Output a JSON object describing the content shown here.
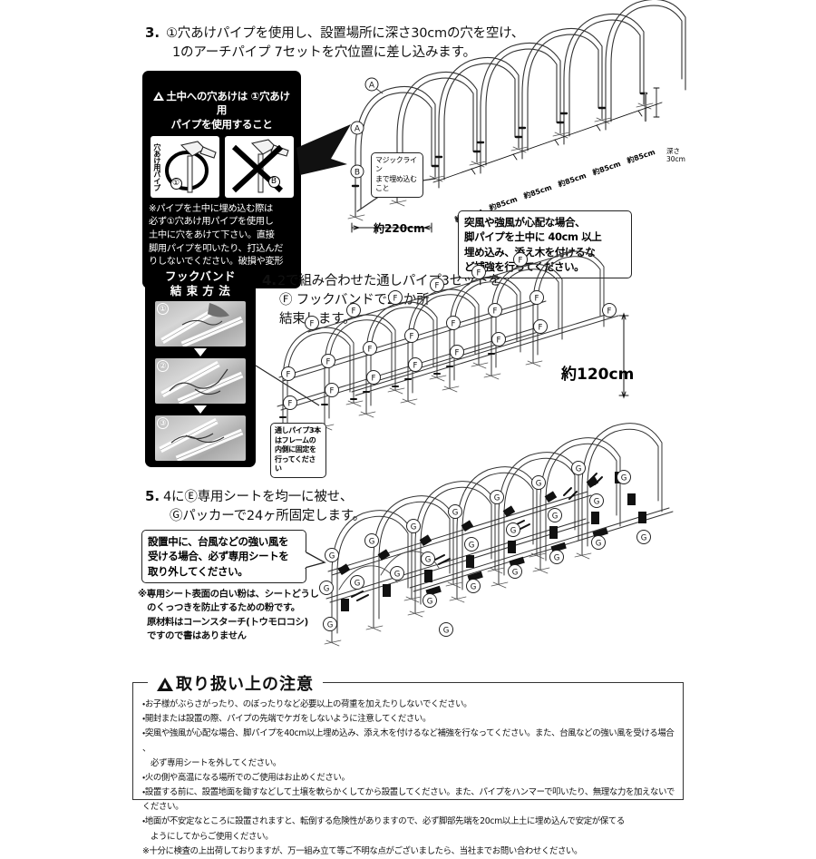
{
  "document": {
    "language": "ja",
    "kind": "assembly-instructions",
    "page_background": "#ffffff"
  },
  "step3": {
    "number": "3.",
    "text_line1": "①穴あけパイプを使用し、設置場所に深さ30cmの穴を空け、",
    "text_line2": "1のアーチパイプ 7セットを穴位置に差し込みます。",
    "warning_panel": {
      "title": "土中への穴あけは ①穴あけ用\nパイプを使用すること",
      "left_photo_vertical_label": "穴あけ用パイプ",
      "left_photo_badge": "①",
      "right_photo_badge": "B",
      "note": "※パイプを土中に埋め込む際は\n必ず①穴あけ用パイプを使用し\n土中に穴をあけて下さい。直接\n脚用パイプを叩いたり、打込んだ\nりしないでください。破損や変形\nの原因になります。"
    },
    "diagram": {
      "arch_label_top": "A",
      "arch_label_mid": "A",
      "leg_label": "B",
      "magic_line_callout": "マジックライン\nまで埋め込む\nこと",
      "width_dimension": "約220cm",
      "spacing_labels": [
        "約85cm",
        "約85cm",
        "約85cm",
        "約85cm",
        "約85cm",
        "約85cm"
      ],
      "depth_label": "深さ\n30cm",
      "wind_callout": "突風や強風が心配な場合、\n脚パイプを土中に 40cm 以上\n埋め込み、添え木を付けるな\nど補強を行ってください。"
    }
  },
  "step4": {
    "number": "4.",
    "text_line1": "2で組み合わせた通しパイプ3セットを",
    "text_line2": "Ⓕ フックバンドで21か所",
    "text_line3": "結束します。",
    "hook_panel": {
      "title": "フックバンド\n結 束 方 法",
      "photo_steps": [
        "①",
        "②",
        "③"
      ]
    },
    "diagram": {
      "band_marker": "F",
      "band_marker_count": 21,
      "height_dimension": "約120cm",
      "inner_callout": "通しパイプ3本\nはフレームの\n内側に固定を\n行ってください"
    }
  },
  "step5": {
    "number": "5.",
    "text_line1": "4にⒺ専用シートを均一に被せ、",
    "text_line2": "Ⓖパッカーで24ヶ所固定します。",
    "wind_callout": "設置中に、台風などの強い風を\n受ける場合、必ず専用シートを\n取り外してください。",
    "powder_note": "※専用シート表面の白い粉は、シートどうし\n　のくっつきを防止するための粉です。\n　原材料はコーンスターチ(トウモロコシ)\n　ですので書はありません",
    "diagram": {
      "packer_marker": "G",
      "packer_marker_count": 24
    }
  },
  "caution": {
    "title": "取り扱い上の注意",
    "items": [
      "・お子様がぶらさがったり、のぼったりなど必要以上の荷重を加えたりしないでください。",
      "・開封または設置の際、パイプの先端でケガをしないように注意してください。",
      "・突風や強風が心配な場合、脚パイプを40cm以上埋め込み、添え木を付けるなど補強を行なってください。また、台風などの強い風を受ける場合 、\n　必ず専用シートを外してください。",
      "・火の側や高温になる場所でのご使用はお止めください。",
      "・設置する前に、設置地面を鋤すなどして土壌を軟らかくしてから設置してください。また、パイプをハンマーで叩いたり、無理な力を加えないでください。",
      "・地面が不安定なところに設置されますと、転倒する危険性がありますので、必ず脚部先端を20cm以上土に埋め込んで安定が保てる\n　ようにしてからご使用ください。",
      "※十分に検査の上出荷しておりますが、万一組み立て等ご不明な点がございましたら、当社までお問い合わせください。"
    ]
  },
  "colors": {
    "ink": "#111111",
    "panel_black": "#000000",
    "paper": "#ffffff",
    "line": "#333333"
  }
}
